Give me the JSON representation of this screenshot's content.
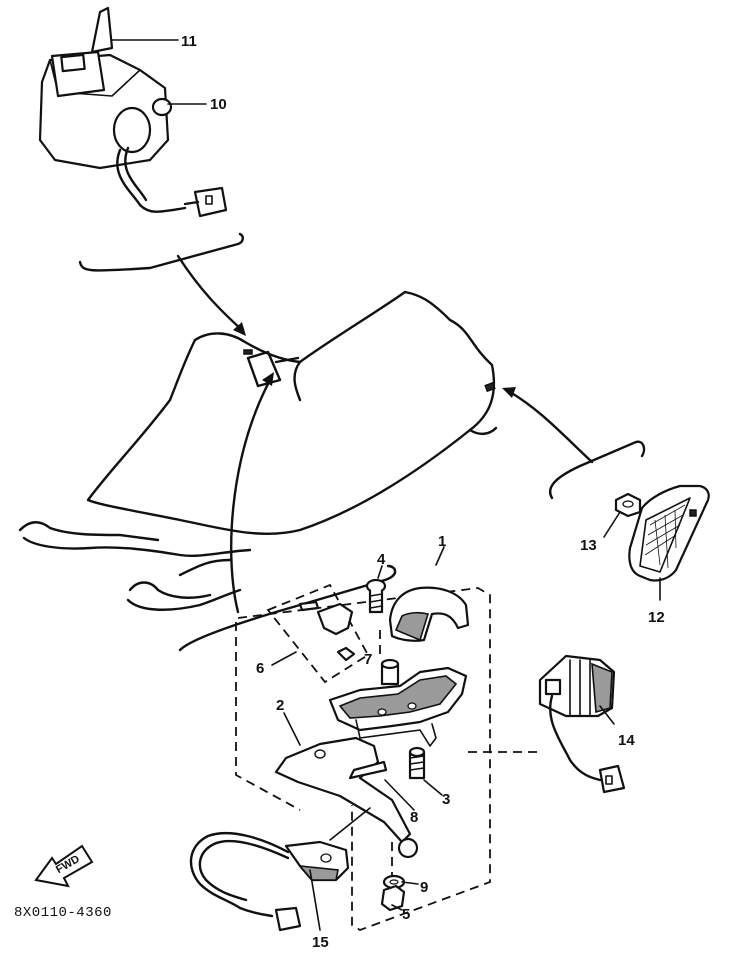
{
  "callouts": {
    "c1": "1",
    "c2": "2",
    "c3": "3",
    "c4": "4",
    "c5": "5",
    "c6": "6",
    "c7": "7",
    "c8": "8",
    "c9": "9",
    "c10": "10",
    "c11": "11",
    "c12": "12",
    "c13": "13",
    "c14": "14",
    "c15": "15"
  },
  "fwd_label": "FWD",
  "diagram_code": "8X0110-4360"
}
